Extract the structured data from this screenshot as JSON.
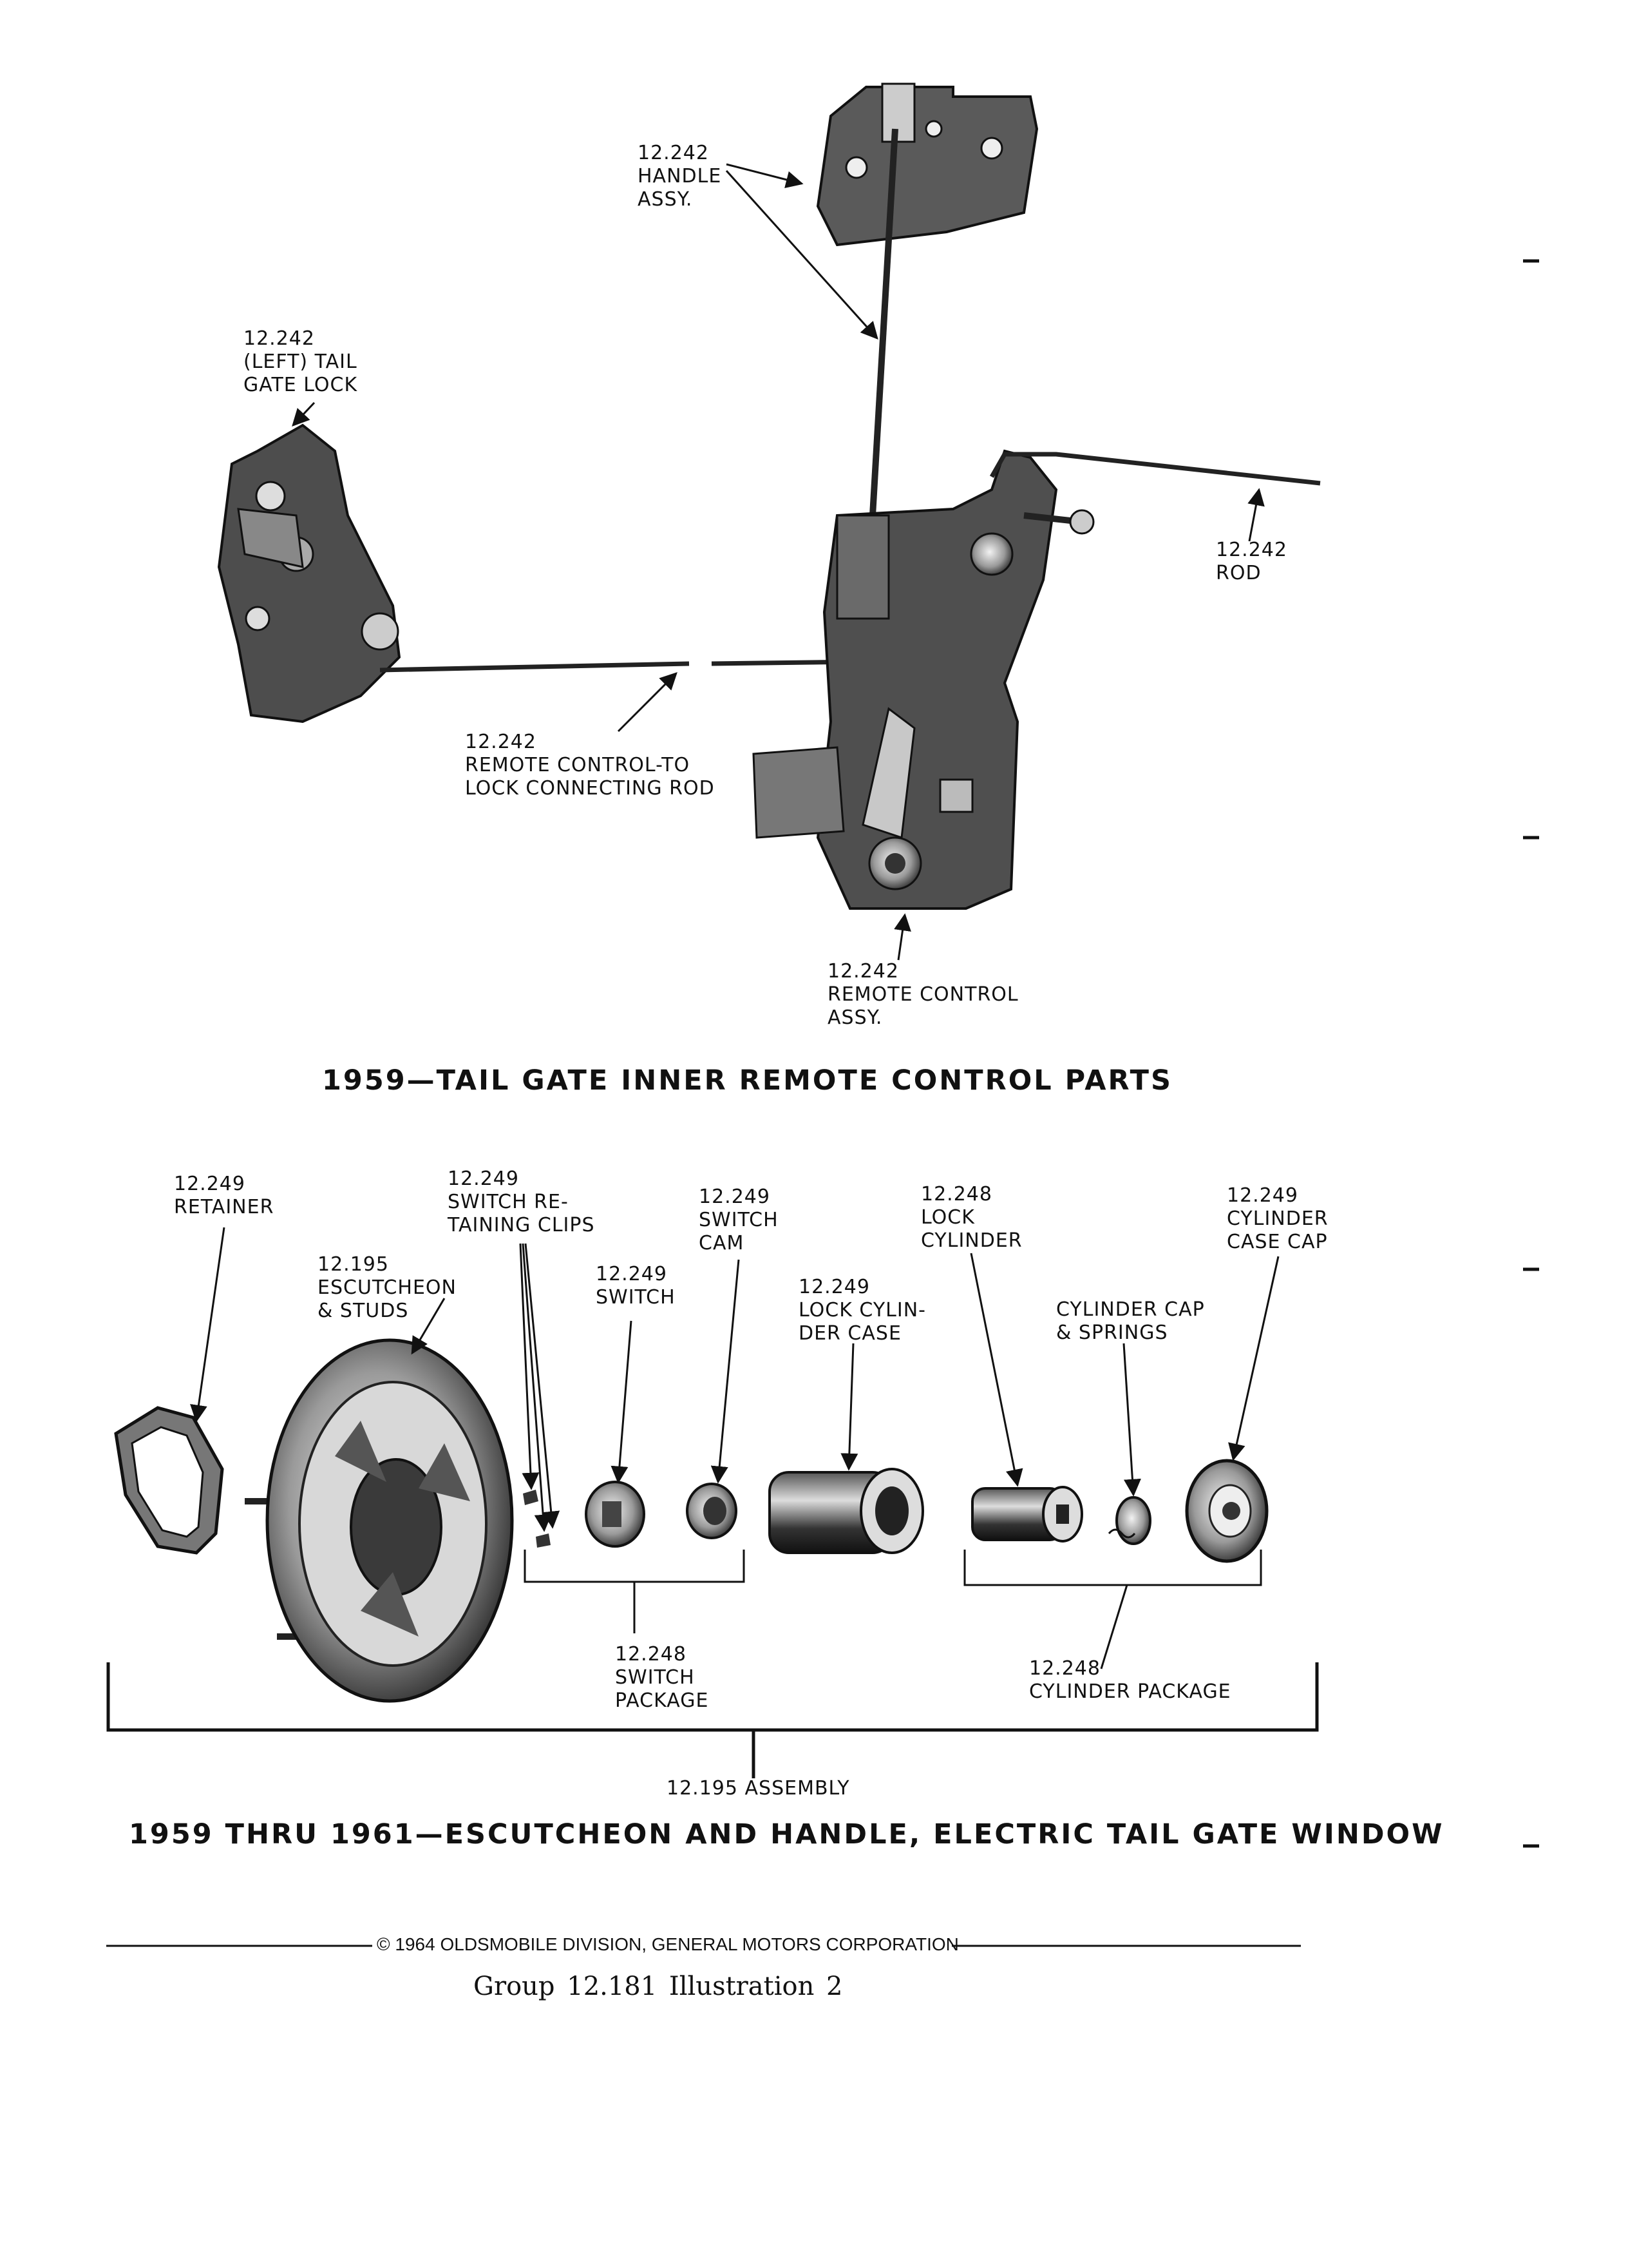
{
  "diagram_1": {
    "title": "1959—TAIL GATE INNER REMOTE CONTROL PARTS",
    "labels": {
      "handle_assy": "12.242\nHANDLE\nASSY.",
      "left_tail_gate_lock": "12.242\n(LEFT) TAIL\nGATE LOCK",
      "rod": "12.242\nROD",
      "connecting_rod": "12.242\nREMOTE CONTROL-TO\nLOCK CONNECTING ROD",
      "remote_control_assy": "12.242\nREMOTE CONTROL\nASSY."
    }
  },
  "diagram_2": {
    "title": "1959 THRU 1961—ESCUTCHEON AND HANDLE, ELECTRIC TAIL GATE WINDOW",
    "labels": {
      "retainer": "12.249\nRETAINER",
      "switch_retaining_clips": "12.249\nSWITCH RE-\nTAINING CLIPS",
      "switch_cam": "12.249\nSWITCH\nCAM",
      "lock_cylinder": "12.248\nLOCK\nCYLINDER",
      "cylinder_case_cap": "12.249\nCYLINDER\nCASE CAP",
      "escutcheon_studs": "12.195\nESCUTCHEON\n& STUDS",
      "switch": "12.249\nSWITCH",
      "lock_cylinder_case": "12.249\nLOCK CYLIN-\nDER CASE",
      "cylinder_cap_springs": "CYLINDER CAP\n& SPRINGS",
      "switch_package": "12.248\nSWITCH\nPACKAGE",
      "cylinder_package": "12.248\nCYLINDER PACKAGE",
      "assembly": "12.195 ASSEMBLY"
    }
  },
  "footer": {
    "copyright": "© 1964 OLDSMOBILE DIVISION, GENERAL MOTORS CORPORATION",
    "group": "Group 12.181  Illustration  2"
  }
}
